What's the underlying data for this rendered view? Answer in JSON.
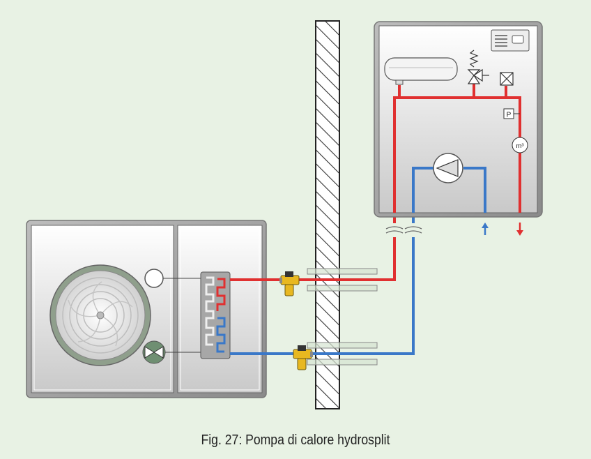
{
  "caption": "Fig. 27: Pompa di calore hydrosplit",
  "labels": {
    "pressure_gauge": "P",
    "heat_meter": "m³"
  },
  "colors": {
    "background": "#e8f2e4",
    "supply_pipe": "#e03030",
    "return_pipe": "#3a78c8",
    "valve_body": "#e8b820",
    "unit_frame": "#9a9a9a",
    "wall_hatch": "#333333"
  },
  "icons": [
    "fan-icon",
    "compressor-icon",
    "expansion-valve-icon",
    "heat-exchanger-icon",
    "expansion-tank-icon",
    "safety-valve-icon",
    "air-vent-icon",
    "circulation-pump-icon",
    "flow-in-arrow-icon",
    "flow-out-arrow-icon",
    "control-panel-icon"
  ]
}
